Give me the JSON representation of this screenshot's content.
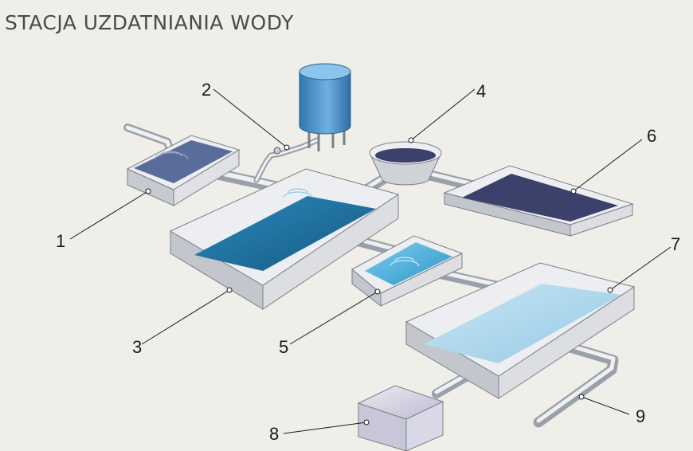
{
  "title": "STACJA UZDATNIANIA WODY",
  "labels": [
    "1",
    "2",
    "3",
    "4",
    "5",
    "6",
    "7",
    "8",
    "9"
  ],
  "colors": {
    "background": "#efeee9",
    "steel_light": "#e4e6ea",
    "steel_dark": "#b9bdc4",
    "raw_water": "#5a6c9a",
    "water_blue": "#1f6f9e",
    "sludge_water": "#3c416b",
    "filtered_water": "#2b96c8",
    "clean_water": "#a7d3ea",
    "tank_blue": "#4c8fc4"
  }
}
